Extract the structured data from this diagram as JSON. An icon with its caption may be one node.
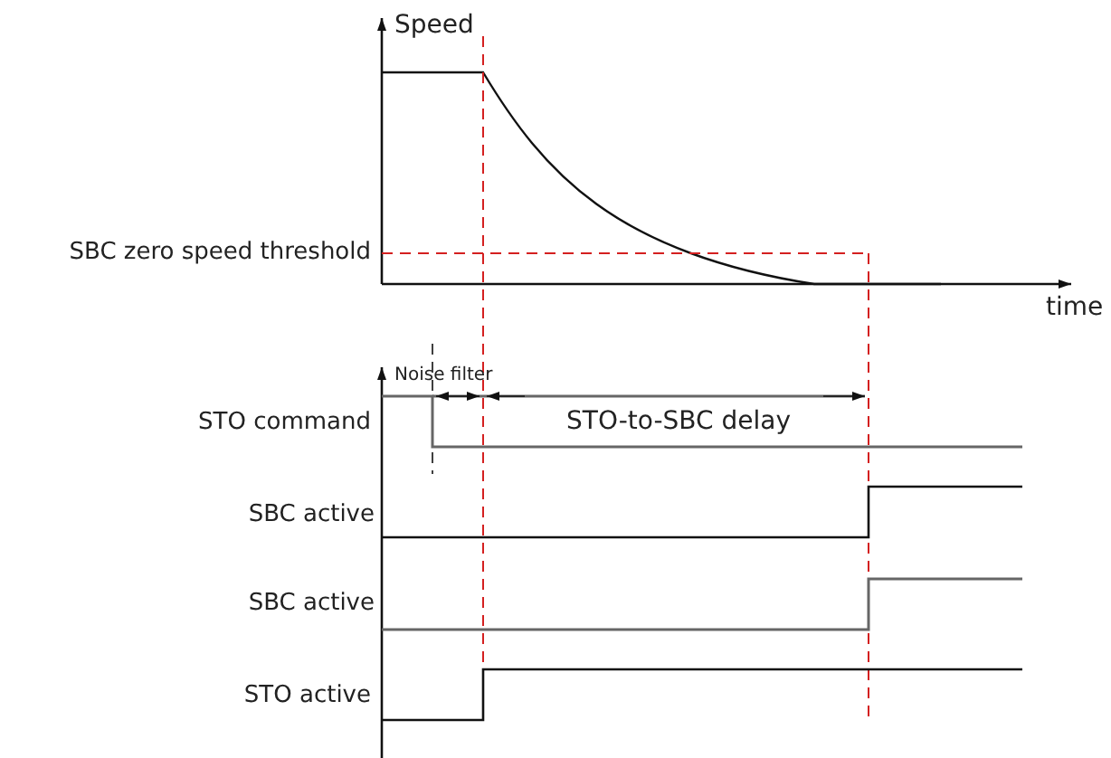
{
  "diagram": {
    "labels": [
      "Speed",
      "time",
      "SBC zero speed threshold",
      "Noise filter",
      "STO command",
      "STO-to-SBC delay",
      "SBC active",
      "SBC active",
      "STO active"
    ]
  }
}
